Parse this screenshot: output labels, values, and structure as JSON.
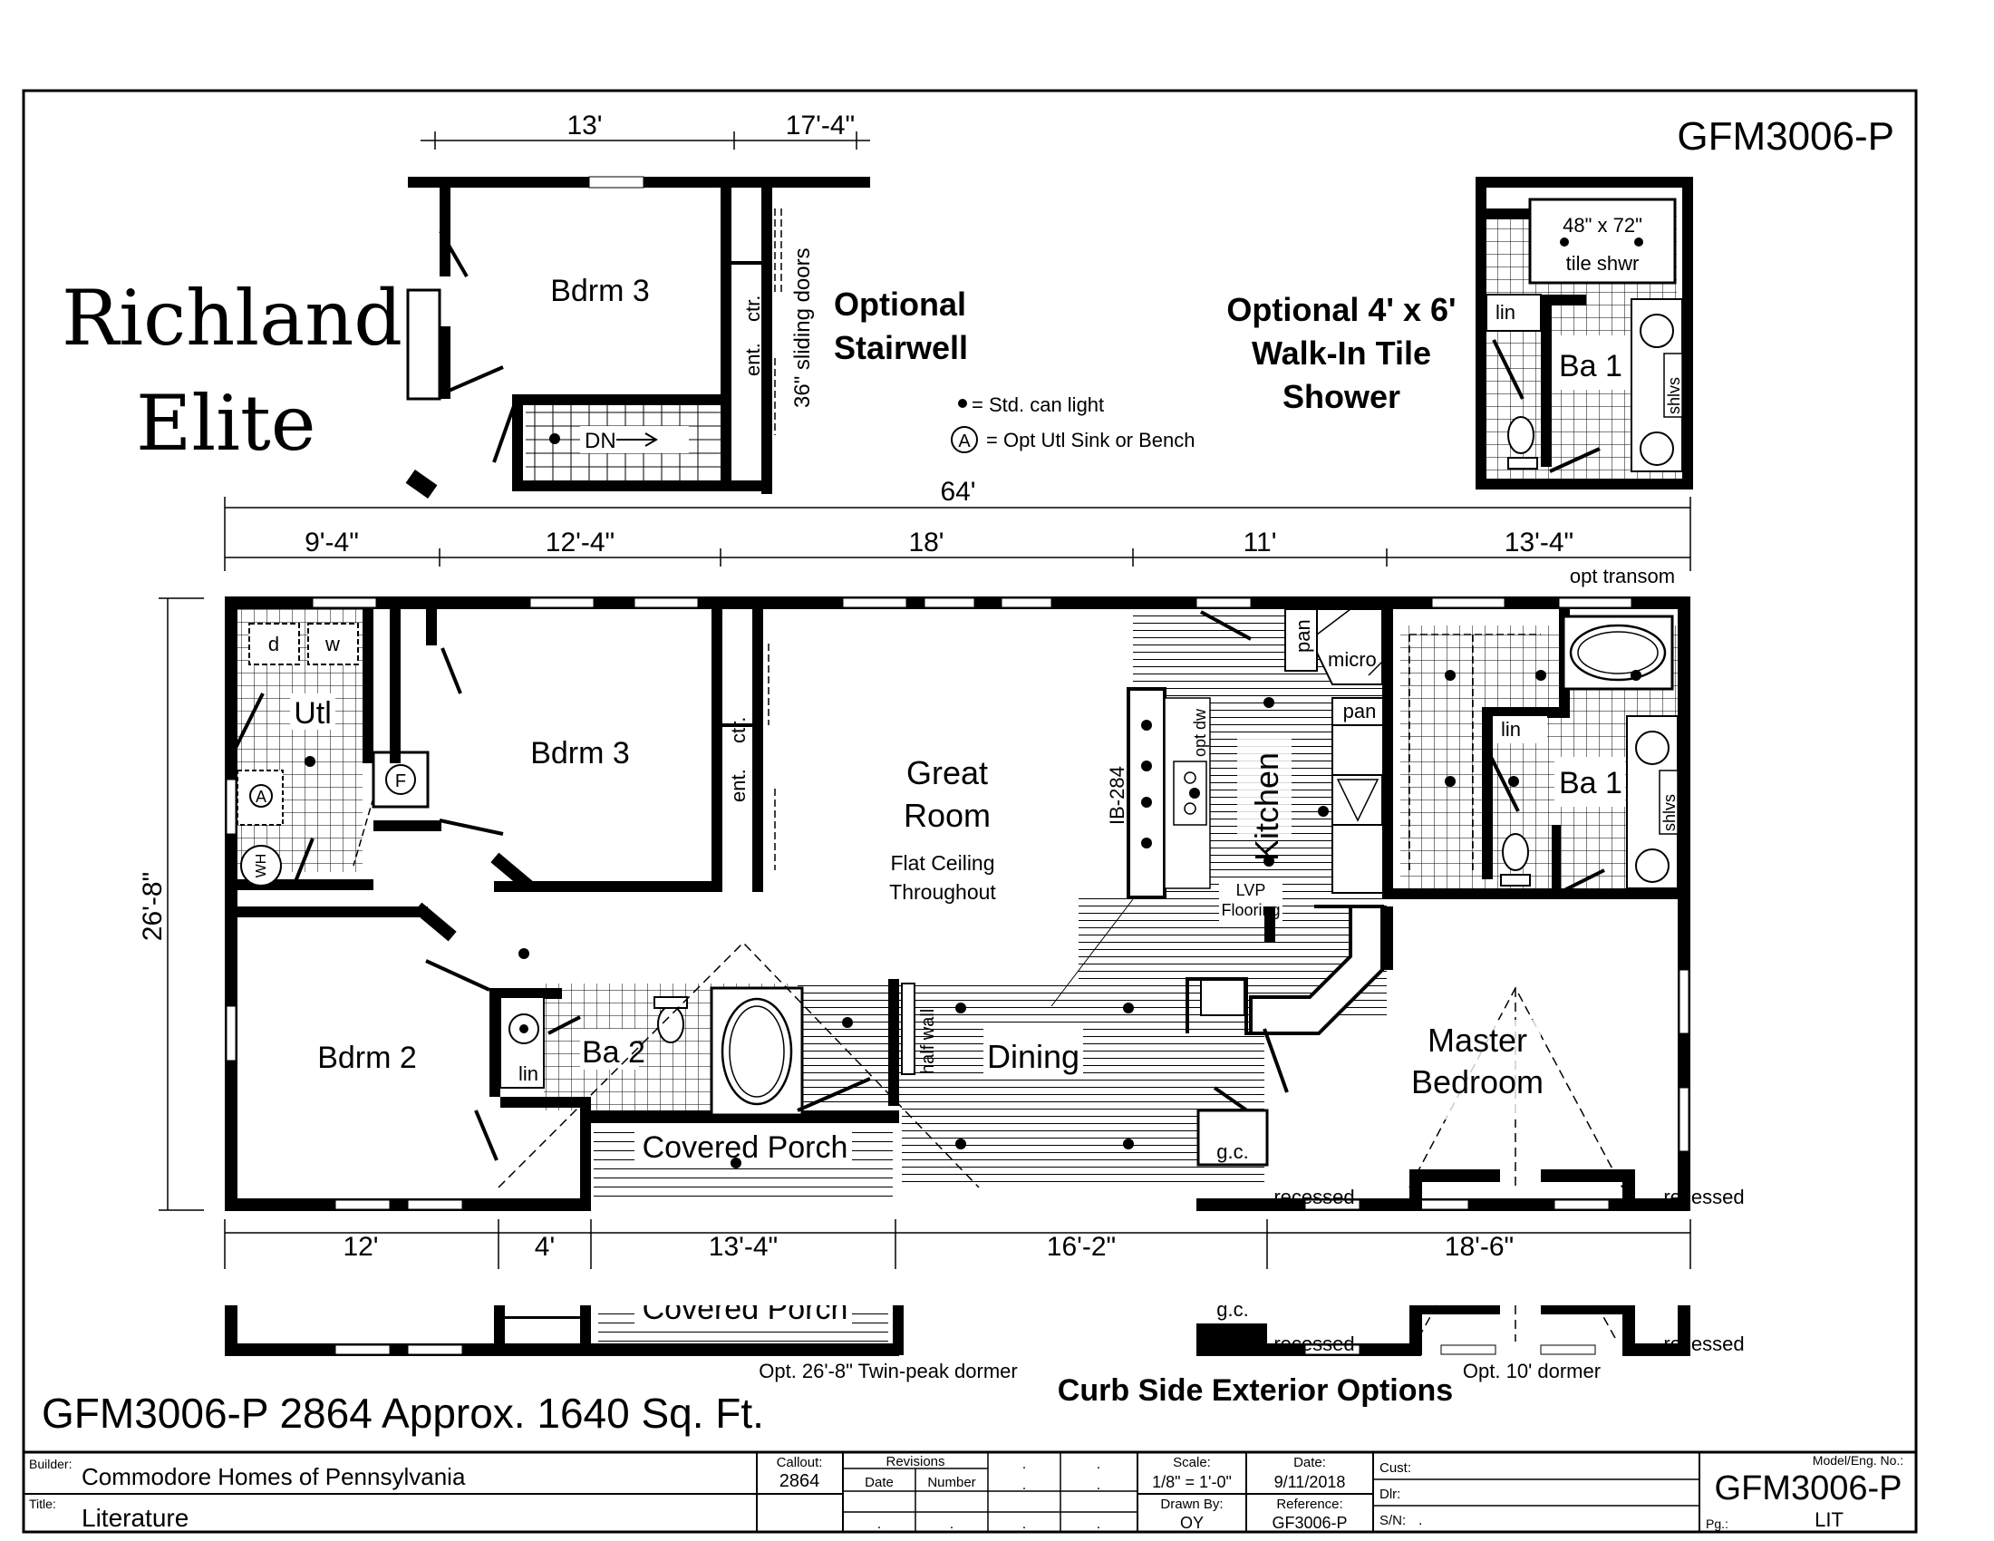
{
  "header": {
    "model_top": "GFM3006-P"
  },
  "brand": {
    "line1": "Richland",
    "line2": "Elite"
  },
  "options": {
    "stairwell_1": "Optional",
    "stairwell_2": "Stairwell",
    "shower_1": "Optional 4' x 6'",
    "shower_2": "Walk-In Tile",
    "shower_3": "Shower"
  },
  "legend": {
    "can_light": "= Std. can light",
    "util_mark": "A",
    "util_sink": "= Opt Utl Sink or Bench"
  },
  "dims": {
    "top_opt": [
      "13'",
      "17'-4\""
    ],
    "overall": "64'",
    "upper": [
      "9'-4\"",
      "12'-4\"",
      "18'",
      "11'",
      "13'-4\""
    ],
    "lower": [
      "12'",
      "4'",
      "13'-4\"",
      "16'-2\"",
      "18'-6\""
    ],
    "side": "26'-8\""
  },
  "rooms": {
    "bdrm3_opt": "Bdrm 3",
    "ctr": "ctr.",
    "ent": "ent.",
    "sliding": "36\" sliding doors",
    "dn": "DN",
    "tile_shwr_1": "48\" x 72\"",
    "tile_shwr_2": "tile shwr",
    "lin": "lin",
    "ba1": "Ba 1",
    "shlvs": "shlvs",
    "d": "d",
    "w": "w",
    "utl": "Utl",
    "f": "F",
    "wh": "WH",
    "bdrm3": "Bdrm 3",
    "great_1": "Great",
    "great_2": "Room",
    "flat_1": "Flat Ceiling",
    "flat_2": "Throughout",
    "ib": "IB-284",
    "optdw": "opt dw",
    "kitchen": "Kitchen",
    "pan": "pan",
    "micro": "micro",
    "lvp_1": "LVP",
    "lvp_2": "Flooring",
    "opt_transom": "opt transom",
    "bdrm2": "Bdrm 2",
    "ba2": "Ba 2",
    "half_wall": "half wall",
    "dining": "Dining",
    "covered_porch": "Covered Porch",
    "gc": "g.c.",
    "master_1": "Master",
    "master_2": "Bedroom",
    "recessed": "recessed"
  },
  "exterior": {
    "covered_porch": "Covered Porch",
    "gc": "g.c.",
    "recessed": "recessed",
    "twin_peak": "Opt. 26'-8\" Twin-peak dormer",
    "curb": "Curb Side Exterior Options",
    "dormer10": "Opt. 10' dormer"
  },
  "summary": "GFM3006-P 2864  Approx. 1640 Sq. Ft.",
  "title_block": {
    "builder_lbl": "Builder:",
    "builder": "Commodore Homes of Pennsylvania",
    "title_lbl": "Title:",
    "title": "Literature",
    "callout_lbl": "Callout:",
    "callout": "2864",
    "revisions_lbl": "Revisions",
    "date_col": "Date",
    "number_col": "Number",
    "dot": ".",
    "scale_lbl": "Scale:",
    "scale": "1/8\" = 1'-0\"",
    "date_lbl": "Date:",
    "date": "9/11/2018",
    "drawn_lbl": "Drawn By:",
    "drawn": "OY",
    "ref_lbl": "Reference:",
    "ref": "GF3006-P",
    "cust_lbl": "Cust:",
    "dlr_lbl": "Dlr:",
    "sn_lbl": "S/N:",
    "sn": ".",
    "model_lbl": "Model/Eng. No.:",
    "model": "GFM3006-P",
    "pg_lbl": "Pg.:",
    "pg": "LIT"
  }
}
